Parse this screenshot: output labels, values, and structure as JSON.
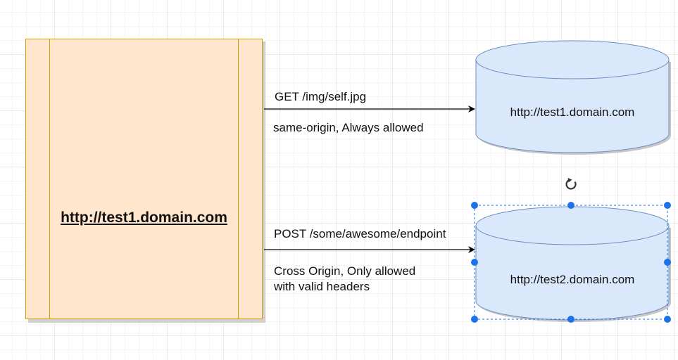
{
  "process": {
    "label": "http://test1.domain.com"
  },
  "databases": [
    {
      "label": "http://test1.domain.com",
      "selected": false
    },
    {
      "label": "http://test2.domain.com",
      "selected": true
    }
  ],
  "edges": [
    {
      "label": "GET /img/self.jpg",
      "note": "same-origin, Always allowed"
    },
    {
      "label": "POST /some/awesome/endpoint",
      "note_line1": "Cross Origin, Only allowed",
      "note_line2": "with valid headers"
    }
  ],
  "colors": {
    "process_fill": "#ffe6cc",
    "process_stroke": "#d79b00",
    "db_fill": "#dae8fc",
    "db_stroke": "#6c8ebf",
    "selection": "#1a73e8"
  },
  "icons": {
    "rotate": "rotate-icon"
  }
}
